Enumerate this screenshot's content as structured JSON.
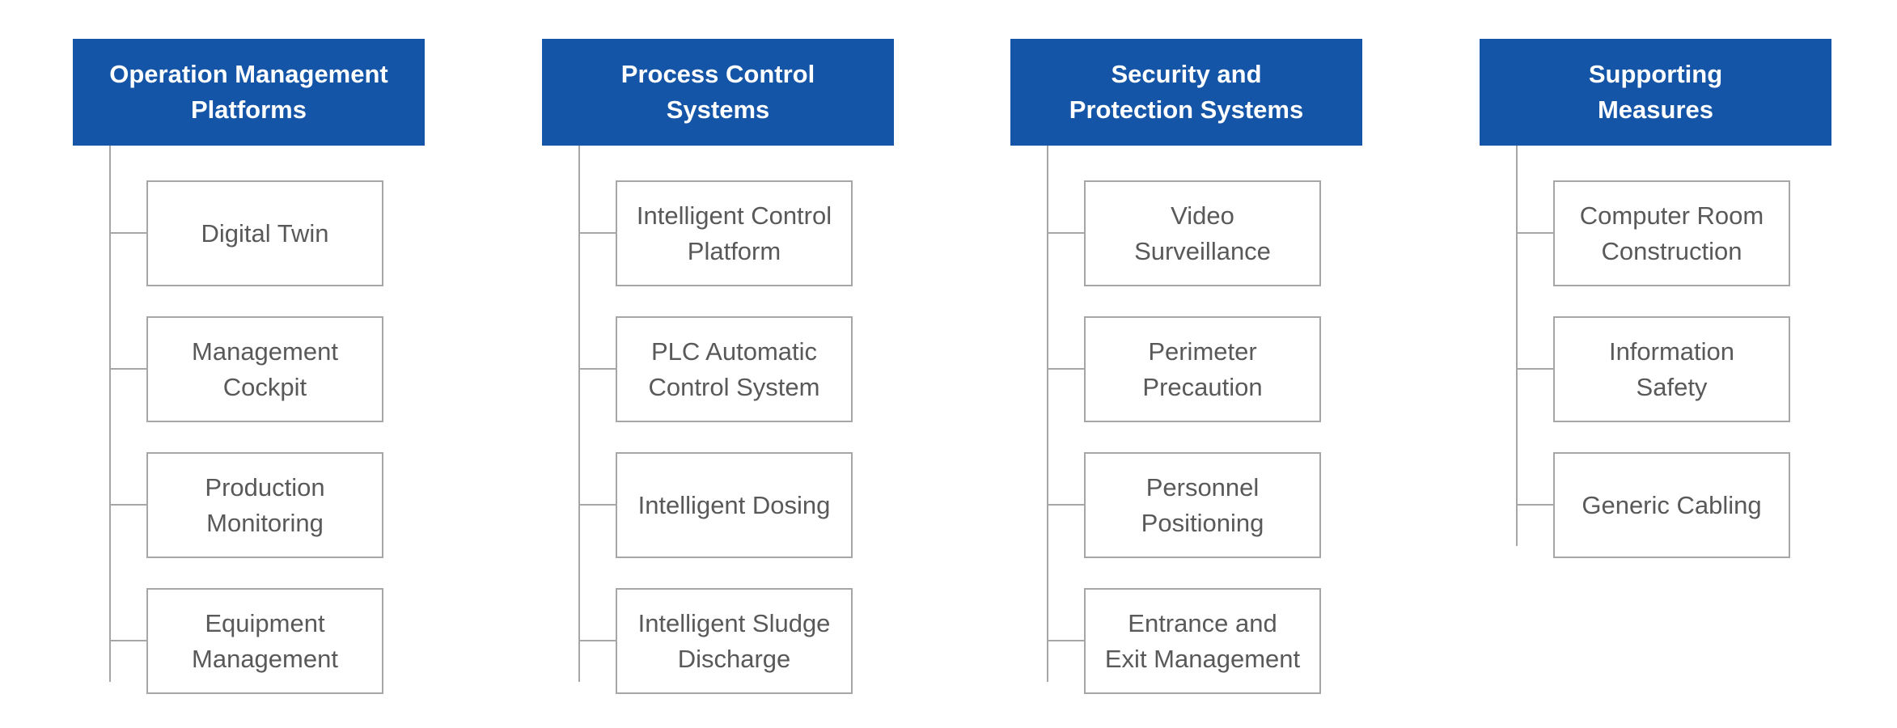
{
  "columns": [
    {
      "title": "Operation Management\nPlatforms",
      "items": [
        "Digital Twin",
        "Management\nCockpit",
        "Production\nMonitoring",
        "Equipment\nManagement"
      ]
    },
    {
      "title": "Process Control\nSystems",
      "items": [
        "Intelligent Control\nPlatform",
        "PLC Automatic\nControl System",
        "Intelligent Dosing",
        "Intelligent Sludge\nDischarge"
      ]
    },
    {
      "title": "Security and\nProtection Systems",
      "items": [
        "Video\nSurveillance",
        "Perimeter\nPrecaution",
        "Personnel\nPositioning",
        "Entrance and\nExit Management"
      ]
    },
    {
      "title": "Supporting\nMeasures",
      "items": [
        "Computer Room\nConstruction",
        "Information\nSafety",
        "Generic Cabling"
      ]
    }
  ],
  "colors": {
    "header_bg": "#1555a8",
    "header_text": "#ffffff",
    "box_border": "#a6a6a6",
    "box_text": "#595959",
    "line": "#a6a6a6"
  }
}
